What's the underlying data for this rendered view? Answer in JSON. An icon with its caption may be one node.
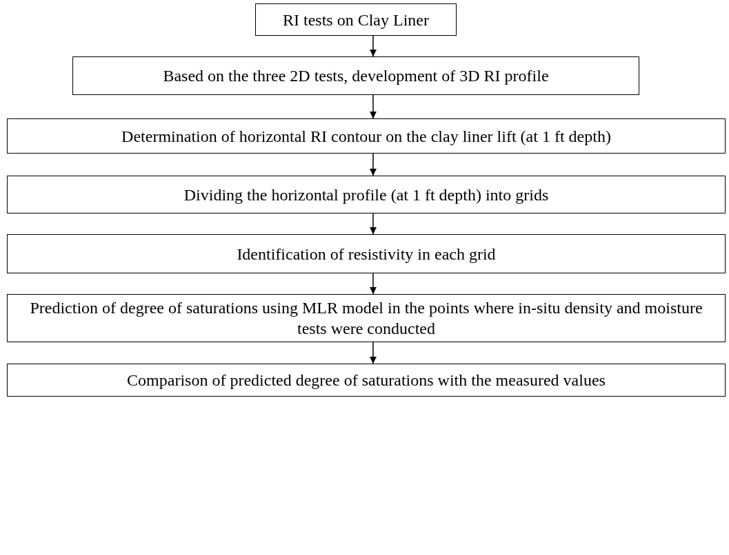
{
  "diagram": {
    "nodes": [
      {
        "text": [
          "RI tests on Clay Liner"
        ]
      },
      {
        "text": [
          "Based on the three 2D tests, development of 3D RI profile"
        ]
      },
      {
        "text": [
          "Determination of horizontal RI contour on the clay liner lift (at 1 ft depth)"
        ]
      },
      {
        "text": [
          "Dividing the horizontal profile (at 1 ft depth) into grids"
        ]
      },
      {
        "text": [
          "Identification of resistivity in each grid"
        ]
      },
      {
        "text": [
          "Prediction of degree of saturations using MLR model in the points where in-situ density and moisture tests were conducted"
        ]
      },
      {
        "text": [
          "Comparison of predicted degree of saturations with the measured values"
        ]
      }
    ],
    "edges": [
      {
        "from": 0,
        "to": 1,
        "arrow": "to"
      },
      {
        "from": 1,
        "to": 2,
        "arrow": "to"
      },
      {
        "from": 2,
        "to": 3,
        "arrow": "to"
      },
      {
        "from": 3,
        "to": 4,
        "arrow": "to"
      },
      {
        "from": 4,
        "to": 5,
        "arrow": "to"
      },
      {
        "from": 5,
        "to": 6,
        "arrow": "to"
      }
    ]
  }
}
